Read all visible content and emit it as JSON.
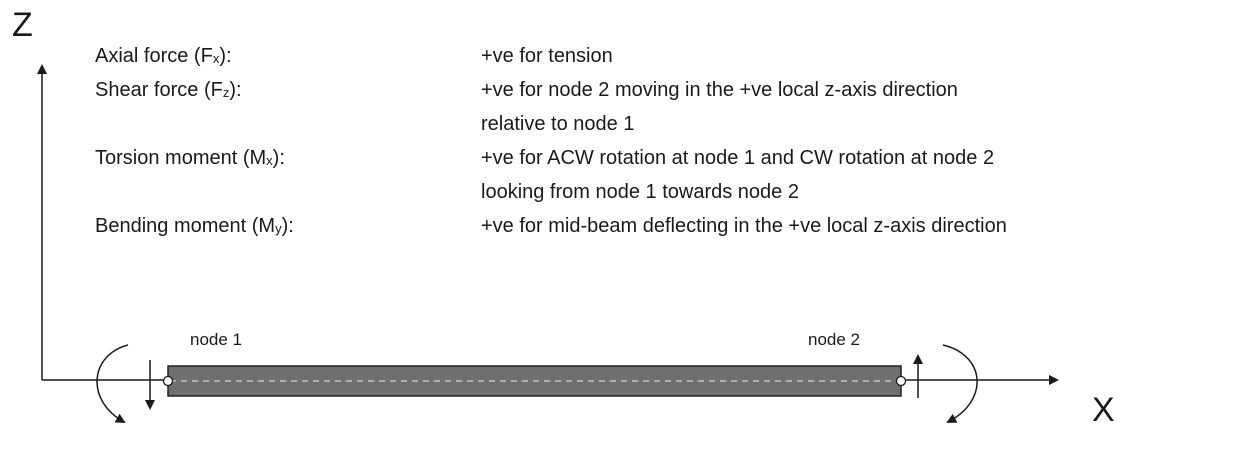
{
  "axes": {
    "z_label": "Z",
    "x_label": "X"
  },
  "conventions": [
    {
      "name": "Axial force (F",
      "sub": "x",
      "close": "):",
      "desc_lines": [
        "+ve for tension"
      ]
    },
    {
      "name": "Shear force (F",
      "sub": "z",
      "close": "):",
      "desc_lines": [
        "+ve for node 2 moving in the +ve local z-axis direction",
        " relative to node 1"
      ]
    },
    {
      "name": "Torsion moment (M",
      "sub": "x",
      "close": "):",
      "desc_lines": [
        "+ve for ACW rotation at node 1 and CW rotation at node 2",
        " looking from node 1 towards node 2"
      ]
    },
    {
      "name": "Bending moment (M",
      "sub": "y",
      "close": "):",
      "desc_lines": [
        "+ve for mid-beam deflecting in the +ve local z-axis direction"
      ]
    }
  ],
  "beam": {
    "node1_label": "node 1",
    "node2_label": "node 2",
    "fill_color": "#6f6f6f",
    "stroke_color": "#222222"
  }
}
